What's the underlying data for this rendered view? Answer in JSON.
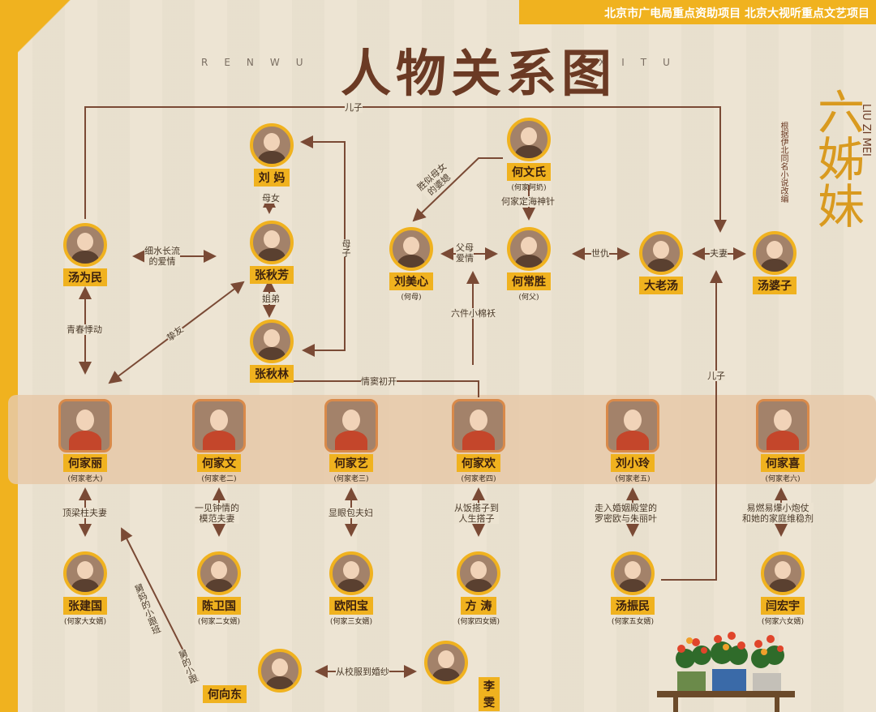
{
  "header": {
    "banner": "北京市广电局重点资助项目 北京大视听重点文艺项目",
    "title": "人物关系图",
    "pinyin_left": "RENWU",
    "pinyin_right": "XITU",
    "brand": "六姊妹",
    "brand_pinyin": "LIU ZI MEI",
    "brand_sub": "根据伊北同名小说改编"
  },
  "people": {
    "tangweimin": {
      "name": "汤为民"
    },
    "liuma": {
      "name": "刘 妈"
    },
    "zhangqiufang": {
      "name": "张秋芳"
    },
    "zhangqiulin": {
      "name": "张秋林"
    },
    "hewenshi": {
      "name": "何文氏",
      "sub": "(何家阿奶)"
    },
    "liumeixin": {
      "name": "刘美心",
      "sub": "(何母)"
    },
    "hechangsheng": {
      "name": "何常胜",
      "sub": "(何父)"
    },
    "dalaotang": {
      "name": "大老汤"
    },
    "tangpozi": {
      "name": "汤婆子"
    },
    "hejiali": {
      "name": "何家丽",
      "sub": "(何家老大)"
    },
    "hejiawen": {
      "name": "何家文",
      "sub": "(何家老二)"
    },
    "hejiayi": {
      "name": "何家艺",
      "sub": "(何家老三)"
    },
    "hejiahuan": {
      "name": "何家欢",
      "sub": "(何家老四)"
    },
    "liuxiaoling": {
      "name": "刘小玲",
      "sub": "(何家老五)"
    },
    "hejiaxi": {
      "name": "何家喜",
      "sub": "(何家老六)"
    },
    "zhangjianguo": {
      "name": "张建国",
      "sub": "(何家大女婿)"
    },
    "chenweiguo": {
      "name": "陈卫国",
      "sub": "(何家二女婿)"
    },
    "ouyangbao": {
      "name": "欧阳宝",
      "sub": "(何家三女婿)"
    },
    "fangtao": {
      "name": "方 涛",
      "sub": "(何家四女婿)"
    },
    "tangzhenmin": {
      "name": "汤振民",
      "sub": "(何家五女婿)"
    },
    "yanhongyu": {
      "name": "闫宏宇",
      "sub": "(何家六女婿)"
    },
    "hexiangdong": {
      "name": "何向东"
    },
    "liwen": {
      "name": "李 雯"
    }
  },
  "relations": {
    "erzi_top": "儿子",
    "muqin": "母女",
    "muzi": "母子",
    "jiedi": "姐弟",
    "xishui": "细水长流\n的爱情",
    "qingchun": "青春悸动",
    "zhiyou": "挚友",
    "shengsi": "胜似母女\n的婆媳",
    "dingzhen": "何家定海神针",
    "fumu": "父母\n爱情",
    "shichou": "世仇",
    "fuqi": "夫妻",
    "mianao": "六件小棉袄",
    "qingdou": "情窦初开",
    "erzi_right": "儿子",
    "dingliang": "顶梁柱夫妻",
    "yijian": "一见钟情的\n模范夫妻",
    "xianyan": "显眼包夫妇",
    "dazi": "从饭搭子到\n人生搭子",
    "zouru": "走入婚姻殿堂的\n罗密欧与朱丽叶",
    "yiran": "易燃易爆小炮仗\n和她的家庭维稳剂",
    "xiaojiu": "舅妈的小跟班",
    "xiaojiu2": "舅的小跟",
    "xiaoyuan": "从校服到婚纱"
  },
  "colors": {
    "accent": "#f0b21f",
    "line": "#7a4a35",
    "band": "#e6c9a8"
  }
}
